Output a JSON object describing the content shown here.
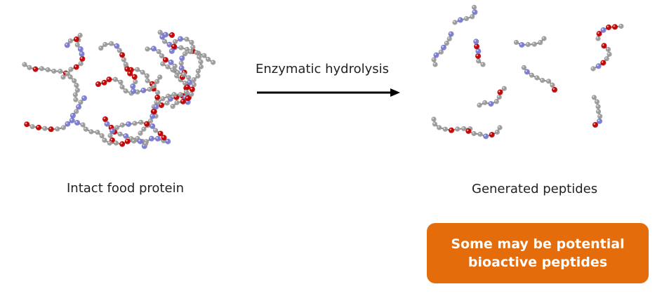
{
  "labels": {
    "arrow": "Enzymatic hydrolysis",
    "protein": "Intact food protein",
    "peptides": "Generated peptides"
  },
  "callout": {
    "line1": "Some may be potential",
    "line2": "bioactive peptides"
  },
  "colors": {
    "callout": "#E46C0B",
    "carbon": "#9a9a9a",
    "oxygen": "#c00000",
    "nitrogen": "#7a7ad0"
  }
}
